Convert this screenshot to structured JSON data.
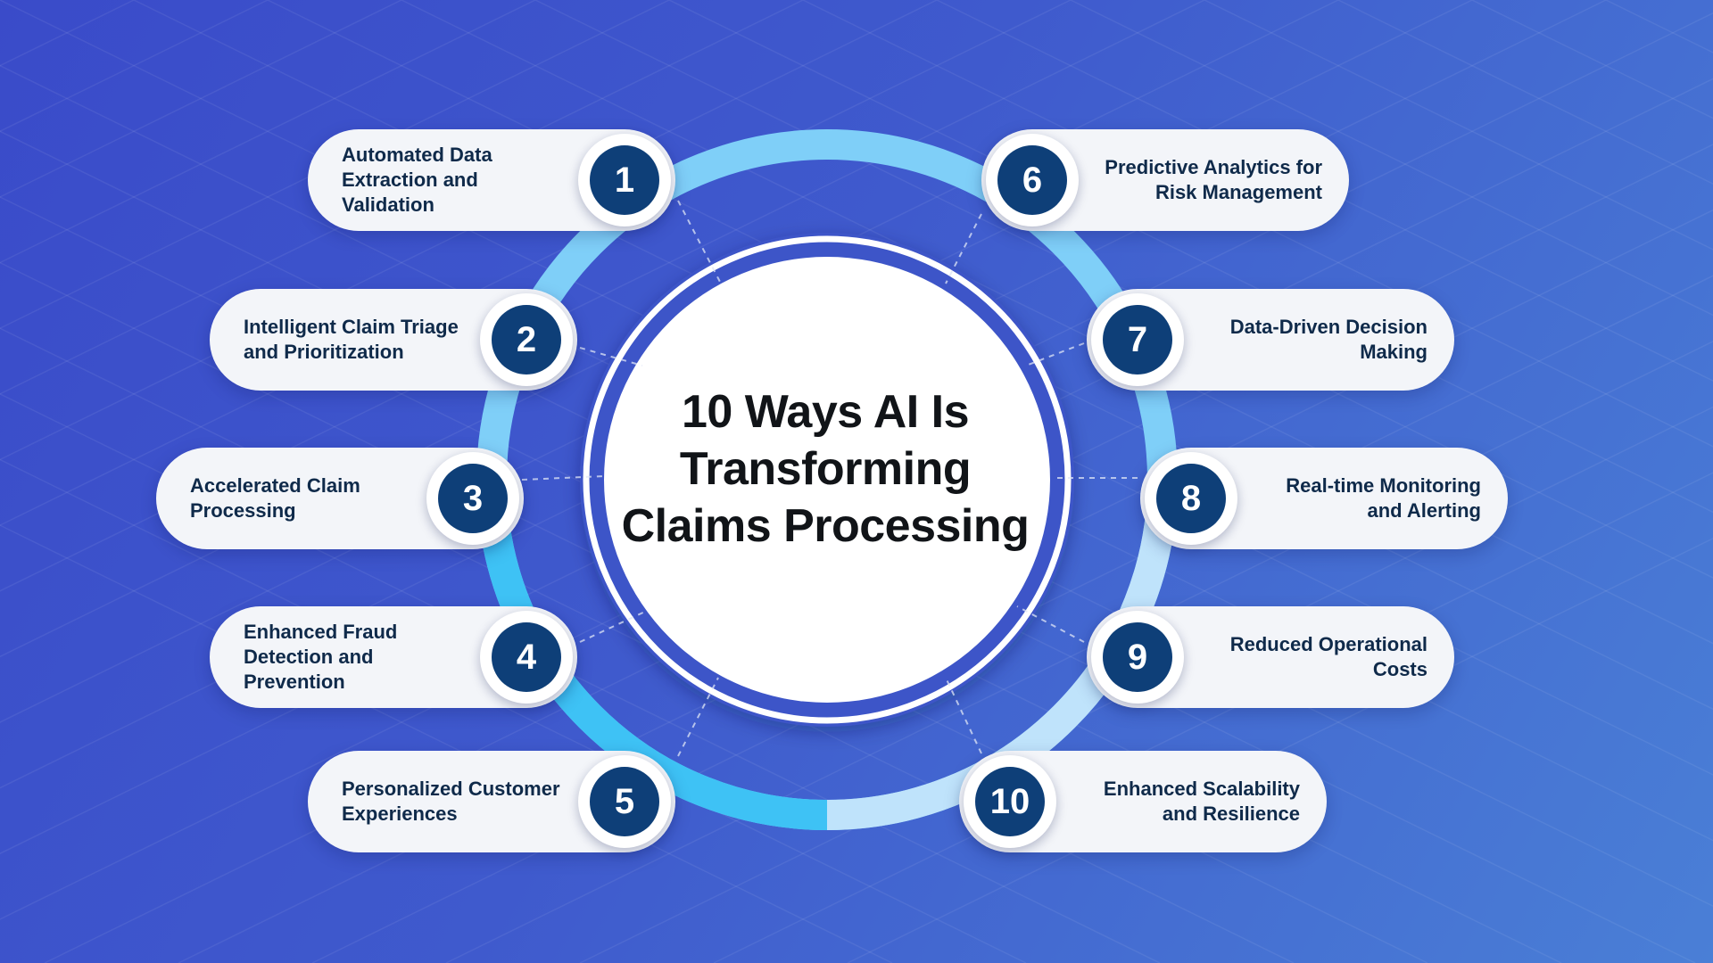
{
  "title_lines": [
    "10 Ways AI Is",
    "Transforming",
    "Claims Processing"
  ],
  "colors": {
    "background_start": "#3a4bc9",
    "background_end": "#4a7fd6",
    "ring_light": "#7fcff8",
    "ring_bright": "#3ec2f5",
    "ring_pale": "#bfe3fb",
    "badge_fill": "#0e3f78",
    "pill_fill": "#f3f5f9",
    "label_text": "#0f2a4a",
    "title_text": "#111418"
  },
  "items": [
    {
      "number": "1",
      "label": "Automated Data Extraction and Validation"
    },
    {
      "number": "2",
      "label": "Intelligent Claim Triage and Prioritization"
    },
    {
      "number": "3",
      "label": "Accelerated Claim Processing"
    },
    {
      "number": "4",
      "label": "Enhanced Fraud Detection and Prevention"
    },
    {
      "number": "5",
      "label": "Personalized Customer Experiences"
    },
    {
      "number": "6",
      "label": "Predictive Analytics for Risk Management"
    },
    {
      "number": "7",
      "label": "Data-Driven Decision Making"
    },
    {
      "number": "8",
      "label": "Real-time Monitoring and Alerting"
    },
    {
      "number": "9",
      "label": "Reduced Operational Costs"
    },
    {
      "number": "10",
      "label": "Enhanced Scalability and Resilience"
    }
  ]
}
